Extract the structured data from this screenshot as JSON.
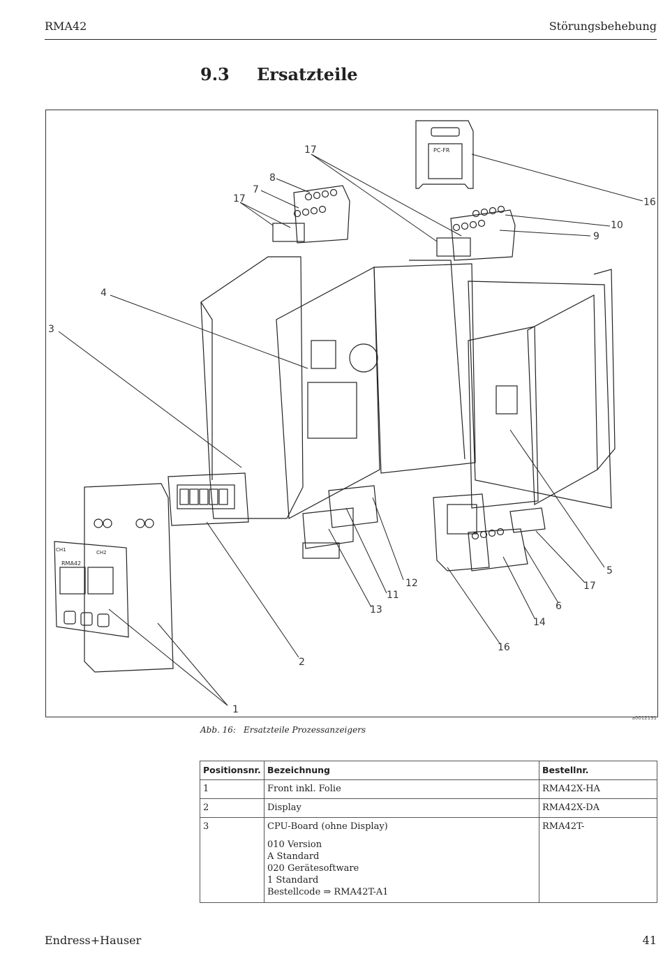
{
  "header": {
    "left": "RMA42",
    "right": "Störungsbehebung"
  },
  "section": {
    "number": "9.3",
    "title": "Ersatzteile"
  },
  "figure": {
    "id": "a0012131",
    "callouts": [
      "17",
      "8",
      "7",
      "17",
      "16",
      "10",
      "9",
      "4",
      "3",
      "5",
      "17",
      "6",
      "12",
      "11",
      "13",
      "14",
      "16",
      "2",
      "1"
    ],
    "device_labels": {
      "brand": "RMA42",
      "ch1": "CH1",
      "ch2": "CH2",
      "pcfr": "PC-FR"
    }
  },
  "caption": {
    "label": "Abb. 16:",
    "text": "Ersatzteile Prozessanzeigers"
  },
  "table": {
    "headers": [
      "Positionsnr.",
      "Bezeichnung",
      "Bestellnr."
    ],
    "rows": [
      {
        "pos": "1",
        "name": "Front inkl. Folie",
        "order": "RMA42X-HA"
      },
      {
        "pos": "2",
        "name": "Display",
        "order": "RMA42X-DA"
      },
      {
        "pos": "3",
        "name": "CPU-Board (ohne Display)",
        "order": "RMA42T-",
        "details": [
          "010 Version",
          "A Standard",
          "020 Gerätesoftware",
          "1 Standard",
          "Bestellcode ⇒ RMA42T-A1"
        ]
      }
    ]
  },
  "footer": {
    "left": "Endress+Hauser",
    "right": "41"
  }
}
